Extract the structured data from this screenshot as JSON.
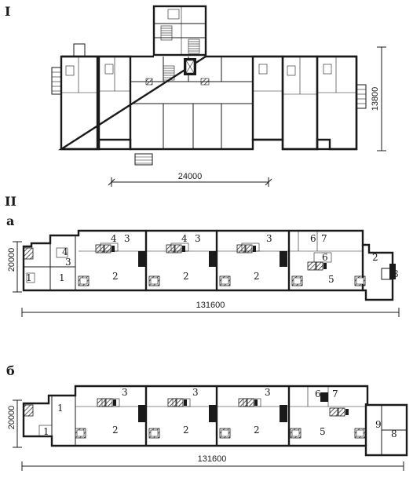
{
  "section_i": {
    "label": "I",
    "dim_width": "24000",
    "dim_depth": "13800"
  },
  "section_ii": {
    "label": "II",
    "plan_a": {
      "label": "а",
      "dim_length": "131600",
      "dim_depth": "20000",
      "rooms": [
        "1",
        "1",
        "4",
        "3",
        "4",
        "3",
        "2",
        "4",
        "3",
        "2",
        "3",
        "2",
        "6",
        "7",
        "6",
        "5",
        "2",
        "8"
      ]
    },
    "plan_b": {
      "label": "б",
      "dim_length": "131600",
      "dim_depth": "20000",
      "rooms": [
        "1",
        "1",
        "3",
        "2",
        "3",
        "2",
        "3",
        "2",
        "6",
        "7",
        "5",
        "9",
        "8"
      ]
    }
  }
}
